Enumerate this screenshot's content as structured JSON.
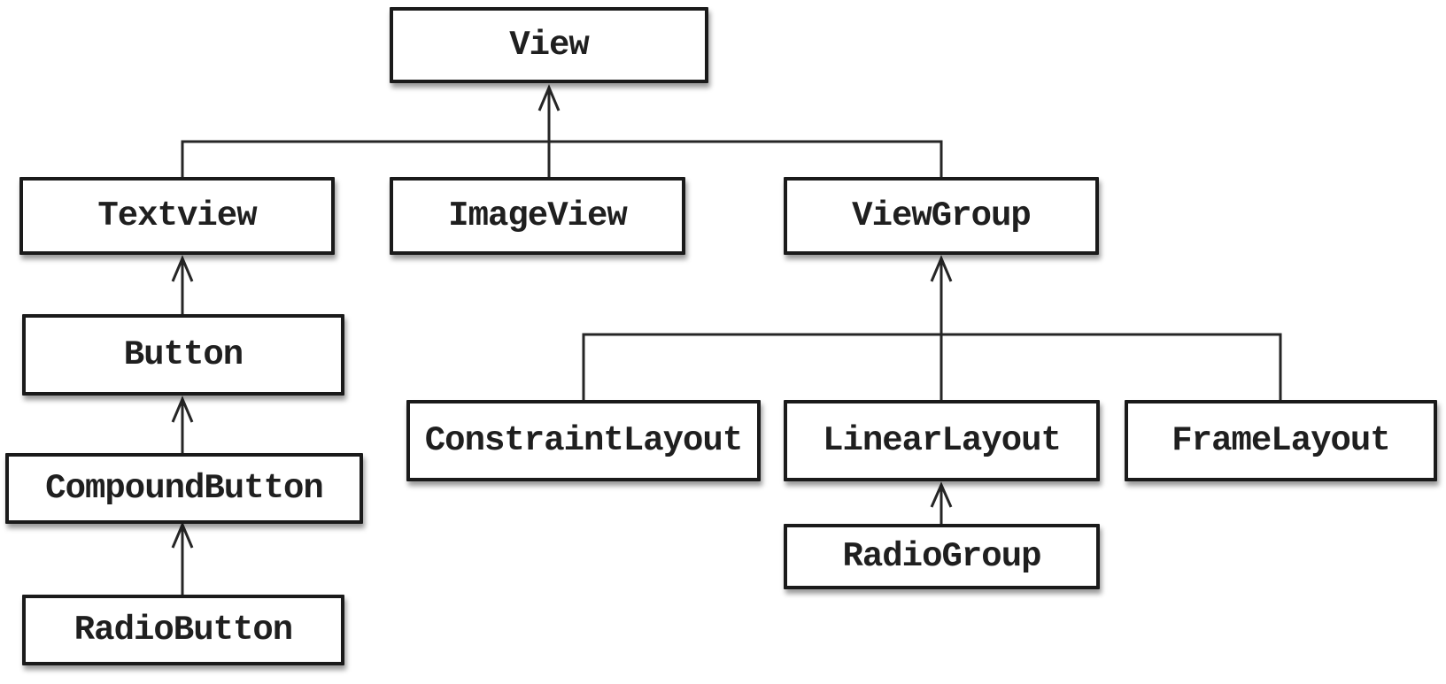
{
  "diagram": {
    "description": "Class hierarchy diagram of Android UI view classes; arrows point from subclass up to superclass",
    "colors": {
      "background": "#ffffff",
      "box_fill": "#ffffff",
      "box_border": "#1a1a1a",
      "line": "#262626",
      "text": "#1f1f1f"
    },
    "nodes": [
      {
        "id": "view",
        "label": "View"
      },
      {
        "id": "textview",
        "label": "Textview"
      },
      {
        "id": "imageview",
        "label": "ImageView"
      },
      {
        "id": "viewgroup",
        "label": "ViewGroup"
      },
      {
        "id": "button",
        "label": "Button"
      },
      {
        "id": "constraintlayout",
        "label": "ConstraintLayout"
      },
      {
        "id": "linearlayout",
        "label": "LinearLayout"
      },
      {
        "id": "framelayout",
        "label": "FrameLayout"
      },
      {
        "id": "compoundbutton",
        "label": "CompoundButton"
      },
      {
        "id": "radiogroup",
        "label": "RadioGroup"
      },
      {
        "id": "radiobutton",
        "label": "RadioButton"
      }
    ],
    "edges": [
      {
        "from": "Textview",
        "to": "View"
      },
      {
        "from": "ImageView",
        "to": "View"
      },
      {
        "from": "ViewGroup",
        "to": "View"
      },
      {
        "from": "Button",
        "to": "Textview"
      },
      {
        "from": "CompoundButton",
        "to": "Button"
      },
      {
        "from": "RadioButton",
        "to": "CompoundButton"
      },
      {
        "from": "ConstraintLayout",
        "to": "ViewGroup"
      },
      {
        "from": "LinearLayout",
        "to": "ViewGroup"
      },
      {
        "from": "FrameLayout",
        "to": "ViewGroup"
      },
      {
        "from": "RadioGroup",
        "to": "LinearLayout"
      }
    ]
  }
}
